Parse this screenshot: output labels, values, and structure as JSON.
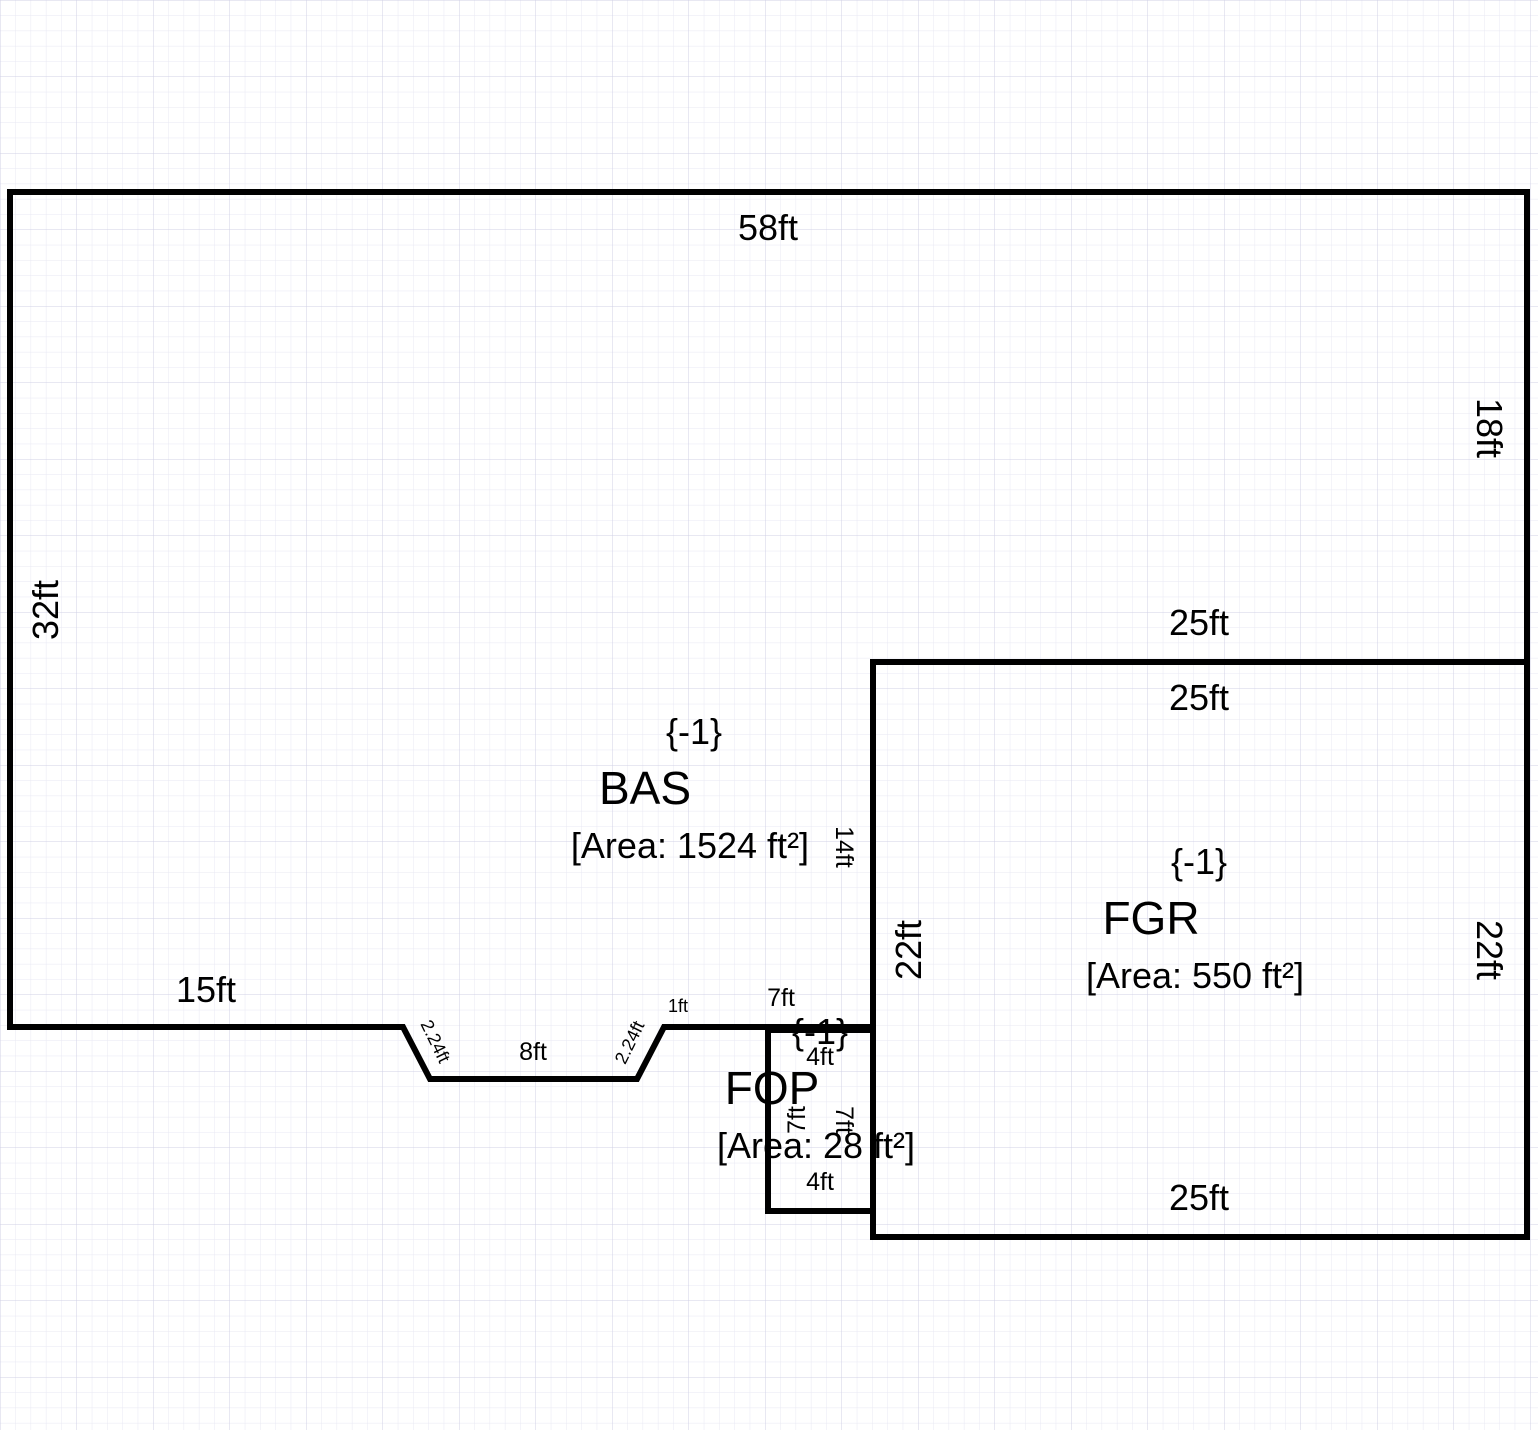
{
  "areas": {
    "bas": {
      "code": "BAS",
      "factor": "{-1}",
      "area_label": "[Area: 1524 ft²]"
    },
    "fgr": {
      "code": "FGR",
      "factor": "{-1}",
      "area_label": "[Area: 550 ft²]"
    },
    "fop": {
      "code": "FOP",
      "factor": "{-1}",
      "area_label": "[Area: 28 ft²]"
    }
  },
  "dimensions": {
    "bas_top": "58ft",
    "bas_left": "32ft",
    "bas_right": "18ft",
    "bas_bottom_left": "15ft",
    "bas_angle_left": "2.24ft",
    "bas_notch": "8ft",
    "bas_angle_right": "2.24ft",
    "bas_small": "1ft",
    "bas_bottom_mid": "7ft",
    "bas_inner_vertical": "14ft",
    "bas_over_garage": "25ft",
    "fgr_top": "25ft",
    "fgr_left": "22ft",
    "fgr_right": "22ft",
    "fgr_bottom": "25ft",
    "fop_top": "4ft",
    "fop_left": "7ft",
    "fop_right": "7ft",
    "fop_bottom": "4ft"
  },
  "colors": {
    "grid_minor": "#e8e8f3",
    "grid_major": "#d0d0e6",
    "wall": "#000000"
  }
}
